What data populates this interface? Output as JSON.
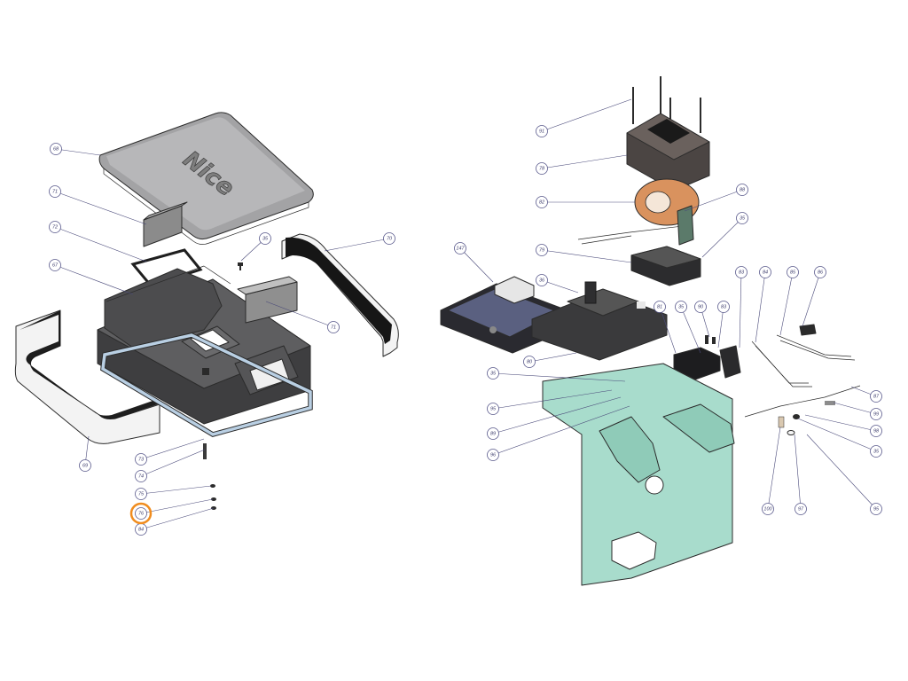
{
  "cover_logo": "Nice",
  "highlight_color": "#f08c1e",
  "highlighted_callout": "76",
  "colors": {
    "cover": "#a3a3a5",
    "housing": "#4a4a4c",
    "side_strip": "#f3f3f3",
    "gasket": "#b9cfe3",
    "transformer_coil": "#d9925e",
    "motor_block": "#4b4543",
    "mount_plate": "#a8dccc",
    "control_board": "#5a6080"
  },
  "callouts": [
    {
      "id": "c68",
      "label": "68"
    },
    {
      "id": "c71a",
      "label": "71"
    },
    {
      "id": "c72",
      "label": "72"
    },
    {
      "id": "c67",
      "label": "67"
    },
    {
      "id": "c35a",
      "label": "35"
    },
    {
      "id": "c70",
      "label": "70"
    },
    {
      "id": "c71b",
      "label": "71"
    },
    {
      "id": "c69",
      "label": "69"
    },
    {
      "id": "c73",
      "label": "73"
    },
    {
      "id": "c74",
      "label": "74"
    },
    {
      "id": "c75",
      "label": "75"
    },
    {
      "id": "c76",
      "label": "76"
    },
    {
      "id": "c84a",
      "label": "84"
    },
    {
      "id": "c91",
      "label": "91"
    },
    {
      "id": "c78",
      "label": "78"
    },
    {
      "id": "c82",
      "label": "82"
    },
    {
      "id": "c88",
      "label": "88"
    },
    {
      "id": "c35b",
      "label": "35"
    },
    {
      "id": "c79",
      "label": "79"
    },
    {
      "id": "c147",
      "label": "147"
    },
    {
      "id": "c36",
      "label": "36"
    },
    {
      "id": "c80",
      "label": "80"
    },
    {
      "id": "c81",
      "label": "81"
    },
    {
      "id": "c35c",
      "label": "35"
    },
    {
      "id": "c90",
      "label": "90"
    },
    {
      "id": "c83a",
      "label": "83"
    },
    {
      "id": "c83b",
      "label": "83"
    },
    {
      "id": "c84b",
      "label": "84"
    },
    {
      "id": "c85",
      "label": "85"
    },
    {
      "id": "c86",
      "label": "86"
    },
    {
      "id": "c35d",
      "label": "35"
    },
    {
      "id": "c95",
      "label": "95"
    },
    {
      "id": "c89",
      "label": "89"
    },
    {
      "id": "c96",
      "label": "96"
    },
    {
      "id": "c87",
      "label": "87"
    },
    {
      "id": "c99",
      "label": "99"
    },
    {
      "id": "c98",
      "label": "98"
    },
    {
      "id": "c35e",
      "label": "35"
    },
    {
      "id": "c100",
      "label": "100"
    },
    {
      "id": "c97",
      "label": "97"
    },
    {
      "id": "c95b",
      "label": "95"
    }
  ]
}
